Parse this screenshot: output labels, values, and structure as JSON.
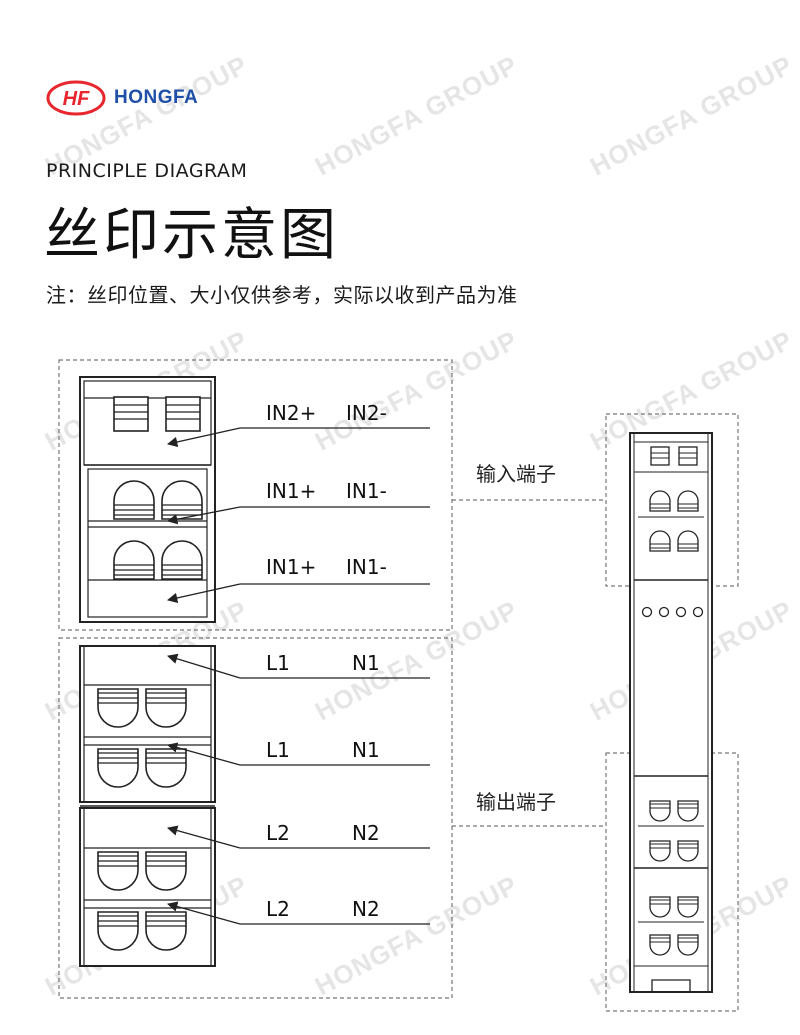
{
  "brand": {
    "logo_text": "HONGFA",
    "logo_mark_text": "HF",
    "brand_color": "#1f4fa8",
    "mark_color": "#e8262d"
  },
  "header": {
    "subtitle_en": "PRINCIPLE DIAGRAM",
    "title_zh": "丝印示意图",
    "note": "注：丝印位置、大小仅供参考，实际以收到产品为准"
  },
  "watermark": {
    "text": "HONGFA GROUP"
  },
  "diagram": {
    "input_labels": [
      {
        "left": "IN2+",
        "right": "IN2-"
      },
      {
        "left": "IN1+",
        "right": "IN1-"
      },
      {
        "left": "IN1+",
        "right": "IN1-"
      }
    ],
    "output_labels": [
      {
        "left": "L1",
        "right": "N1"
      },
      {
        "left": "L1",
        "right": "N1"
      },
      {
        "left": "L2",
        "right": "N2"
      },
      {
        "left": "L2",
        "right": "N2"
      }
    ],
    "input_terminal_label": "输入端子",
    "output_terminal_label": "输出端子"
  }
}
